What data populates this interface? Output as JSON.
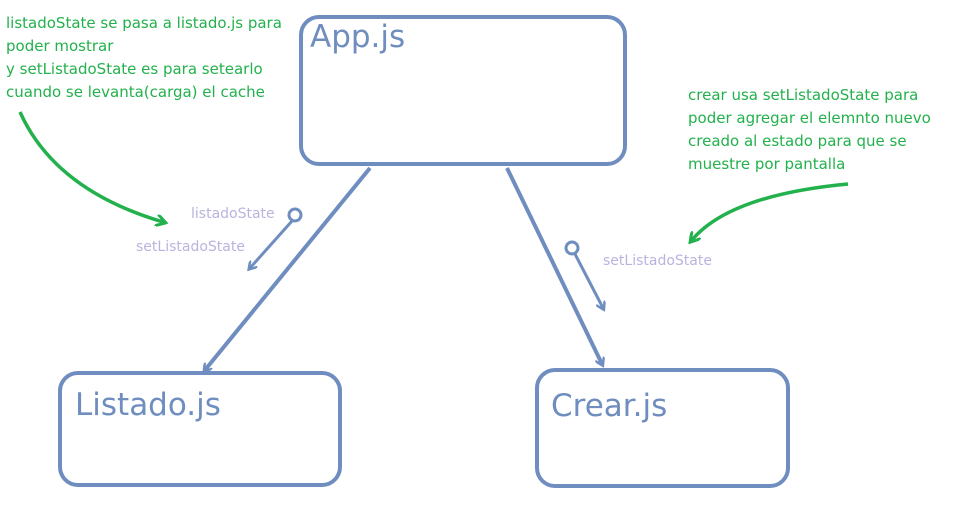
{
  "nodes": {
    "app": "App.js",
    "listado": "Listado.js",
    "crear": "Crear.js"
  },
  "notes": {
    "left": [
      "listadoState se pasa a listado.js para",
      "poder mostrar",
      "y setListadoState es para setearlo",
      "cuando se levanta(carga) el cache"
    ],
    "right": [
      "crear usa setListadoState para",
      "poder agregar el elemnto nuevo",
      "creado al estado para que se",
      "muestre por pantalla"
    ]
  },
  "edge_labels": {
    "listado_state": "listadoState",
    "set_listado_state_left": "setListadoState",
    "set_listado_state_right": "setListadoState"
  },
  "colors": {
    "box": "#6f8ebf",
    "note": "#22b14c",
    "edge_label": "#b8b4df"
  }
}
